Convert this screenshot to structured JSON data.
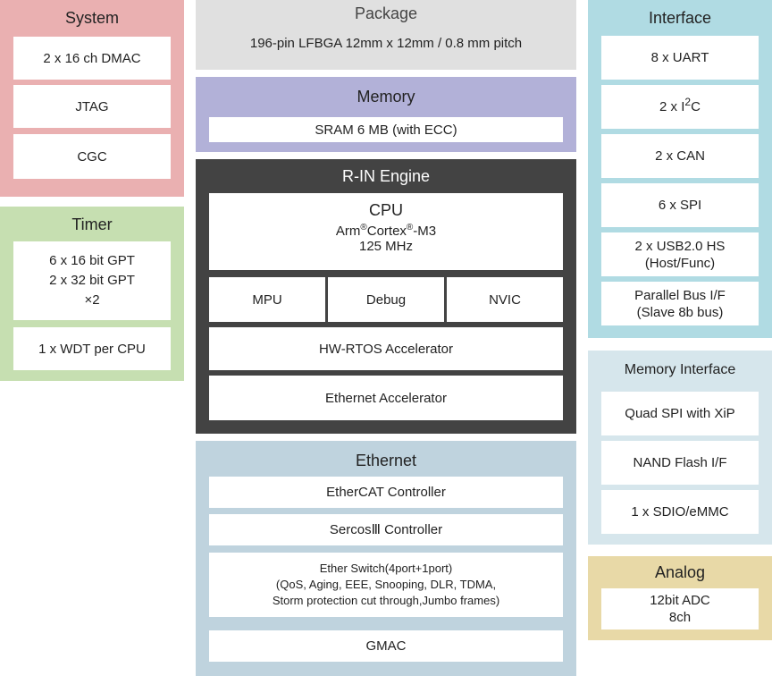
{
  "colors": {
    "system": "#eab0b1",
    "timer": "#c6dfb1",
    "package": "#e0e0e0",
    "memory": "#b2b1d8",
    "rin": "#434343",
    "ethernet": "#bfd3de",
    "interface": "#b0dbe3",
    "memory_interface": "#d6e6ec",
    "analog": "#e8d9a7"
  },
  "system": {
    "title": "System",
    "items": [
      "2 x 16 ch DMAC",
      "JTAG",
      "CGC"
    ]
  },
  "timer": {
    "title": "Timer",
    "gpt": [
      "6 x 16 bit GPT",
      "2 x 32 bit GPT",
      "×2"
    ],
    "wdt": "1 x WDT per CPU"
  },
  "package": {
    "title": "Package",
    "text": "196-pin LFBGA  12mm x 12mm / 0.8 mm pitch"
  },
  "memory": {
    "title": "Memory",
    "sram": "SRAM 6 MB (with ECC)"
  },
  "rin": {
    "title": "R-IN Engine",
    "cpu_title": "CPU",
    "cpu_arm": "Arm",
    "cpu_reg": "®",
    "cpu_cortex": "Cortex",
    "cpu_m3": "-M3",
    "cpu_freq": "125 MHz",
    "mpu": "MPU",
    "debug": "Debug",
    "nvic": "NVIC",
    "hwrtos": "HW-RTOS Accelerator",
    "eth_acc": "Ethernet Accelerator"
  },
  "ethernet": {
    "title": "Ethernet",
    "ethercat": "EtherCAT Controller",
    "sercos": "SercosⅢ Controller",
    "switch_lines": [
      "Ether Switch(4port+1port)",
      "(QoS, Aging, EEE, Snooping, DLR, TDMA,",
      "Storm protection cut through,Jumbo frames)"
    ],
    "gmac": "GMAC"
  },
  "interface": {
    "title": "Interface",
    "uart": "8 x UART",
    "i2c_pre": "2 x I",
    "i2c_sup": "2",
    "i2c_post": "C",
    "can": "2 x CAN",
    "spi": "6 x SPI",
    "usb": [
      "2 x USB2.0 HS",
      "(Host/Func)"
    ],
    "parallel": [
      "Parallel Bus I/F",
      "(Slave 8b bus)"
    ]
  },
  "memory_interface": {
    "title": "Memory Interface",
    "items": [
      "Quad SPI with XiP",
      "NAND Flash I/F",
      "1 x SDIO/eMMC"
    ]
  },
  "analog": {
    "title": "Analog",
    "lines": [
      "12bit ADC",
      "8ch"
    ]
  }
}
